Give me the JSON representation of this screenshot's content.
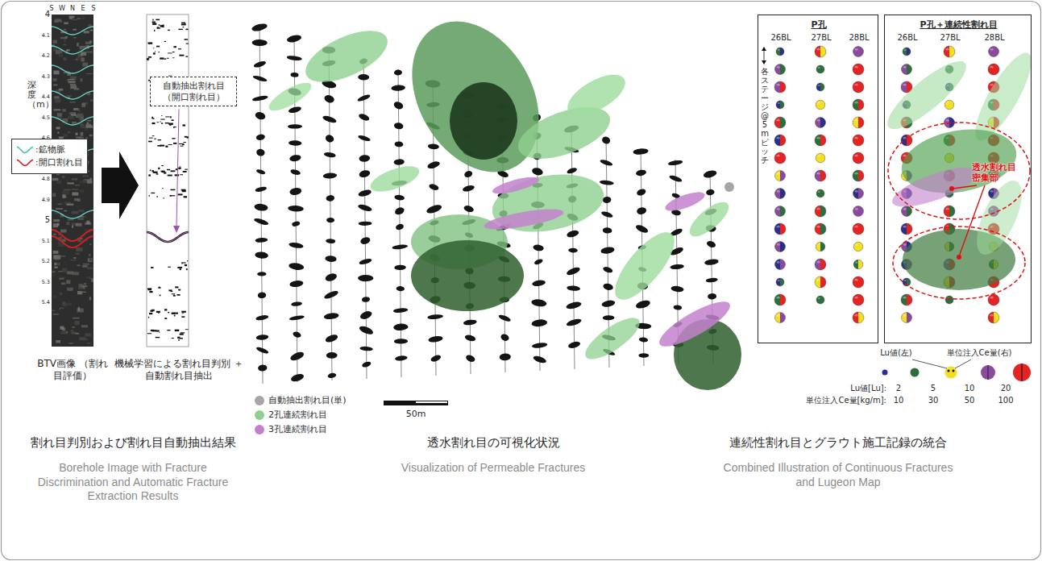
{
  "diagram": {
    "nodes": [
      {
        "text": [
          "自動抽出割れ目 （開口割れ目）"
        ]
      },
      {
        "text": [
          "P孔",
          "26BL",
          "27BL",
          "28BL",
          "各ステージ@5mピッチ"
        ]
      },
      {
        "text": [
          "P孔＋連続性割れ目",
          "26BL",
          "27BL",
          "28BL",
          "透水割れ目 密集部"
        ]
      }
    ],
    "labels": [
      "S",
      "W",
      "N",
      "E",
      "S",
      "深度（m）",
      "4",
      "4.1",
      "4.2",
      "4.3",
      "4.4",
      "4.5",
      "4.6",
      "4.7",
      "4.8",
      "4.9",
      "5",
      "5.1",
      "5.2",
      "5.3",
      "5.4",
      "BTV画像 （割れ目評価）",
      "機械学習による割れ目判別 ＋ 自動割れ目抽出",
      "割れ目判別および割れ目自動抽出結果",
      "Borehole Image with Fracture Discrimination and Automatic Fracture Extraction Results",
      "50m",
      "透水割れ目の可視化状況",
      "Visualization of Permeable Fractures",
      "Lu値(左)",
      "単位注入Ce量(右)",
      "Lu値[Lu]:",
      "2",
      "5",
      "10",
      "20",
      "単位注入Ce量[kg/m]:",
      "10",
      "30",
      "50",
      "100",
      "連続性割れ目とグラウト施工記録の統合",
      "Combined Illustration of Continuous Fractures and Lugeon Map"
    ],
    "legend": [
      {
        "text": ":鉱物脈"
      },
      {
        "text": ":開口割れ目"
      },
      {
        "text": "自動抽出割れ目(単)",
        "color": "#a6a6a6"
      },
      {
        "text": "2孔連続割れ目",
        "color": "#8fd08f"
      },
      {
        "text": "3孔連続割れ目",
        "color": "#c381cc"
      }
    ]
  }
}
